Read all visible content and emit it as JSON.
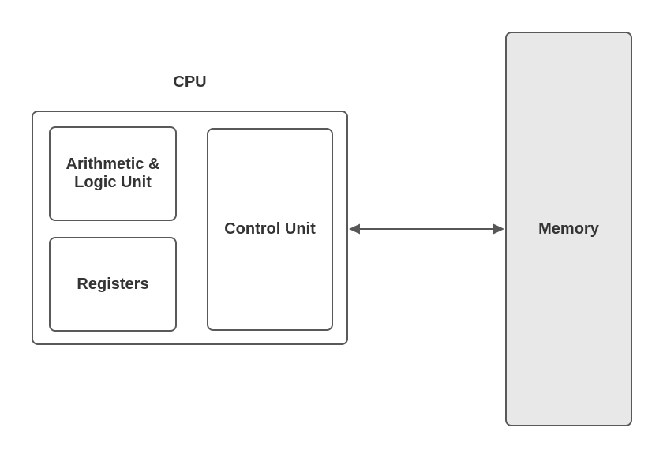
{
  "diagram": {
    "cpu": {
      "label": "CPU"
    },
    "alu": {
      "label": "Arithmetic &\nLogic Unit"
    },
    "registers": {
      "label": "Registers"
    },
    "control_unit": {
      "label": "Control Unit"
    },
    "memory": {
      "label": "Memory"
    },
    "connection": {
      "from": "CPU",
      "to": "Memory",
      "style": "double-headed-arrow"
    },
    "colors": {
      "stroke": "#595959",
      "arrow": "#575757",
      "text": "#333333",
      "memory_fill": "#e8e8e8",
      "background": "#ffffff"
    }
  }
}
